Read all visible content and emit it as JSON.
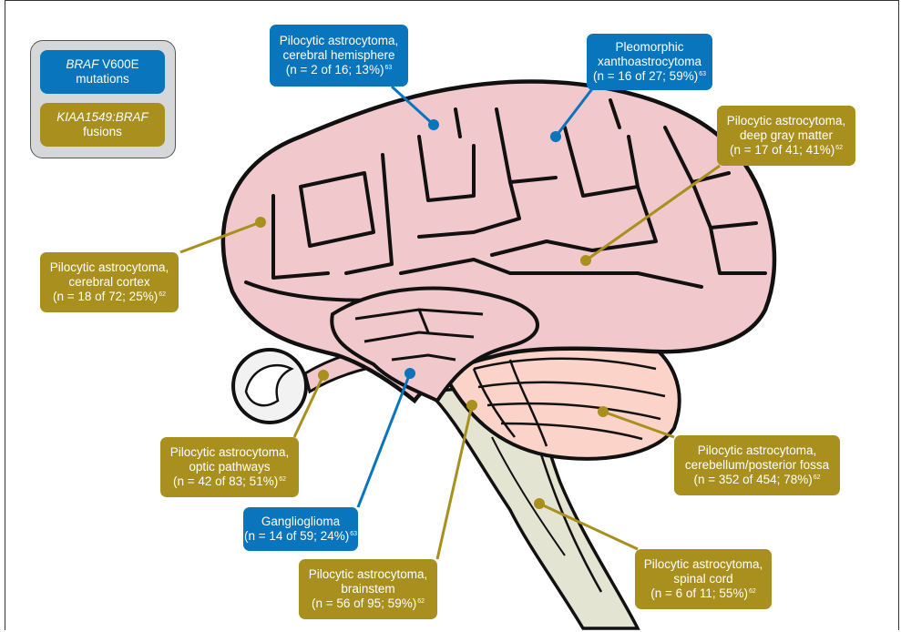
{
  "legend": {
    "braf_gene": "BRAF",
    "braf_rest": " V600E",
    "braf_line2": "mutations",
    "fusion_gene": "KIAA1549:BRAF",
    "fusion_line2": "fusions"
  },
  "colors": {
    "braf_mutation": "#0875bd",
    "kiaa_fusion": "#a98f1d",
    "brain": "#f1c8cb",
    "cerebellum": "#fbd3c8",
    "spinal_cord": "#e3e4d2"
  },
  "labels": {
    "cerebral_hemisphere": {
      "line1": "Pilocytic astrocytoma,",
      "line2": "cerebral hemisphere",
      "line3": "(n = 2 of 16; 13%)",
      "ref": "63"
    },
    "pleomorphic": {
      "line1": "Pleomorphic",
      "line2": "xanthoastrocytoma",
      "line3": "(n = 16 of 27; 59%)",
      "ref": "63"
    },
    "deep_gray": {
      "line1": "Pilocytic astrocytoma,",
      "line2": "deep gray matter",
      "line3": "(n = 17 of 41; 41%)",
      "ref": "62"
    },
    "cerebral_cortex": {
      "line1": "Pilocytic astrocytoma,",
      "line2": "cerebral cortex",
      "line3": "(n = 18 of 72; 25%)",
      "ref": "62"
    },
    "optic": {
      "line1": "Pilocytic astrocytoma,",
      "line2": "optic pathways",
      "line3": "(n = 42 of 83; 51%)",
      "ref": "62"
    },
    "ganglioglioma": {
      "line1": "Ganglioglioma",
      "line2": "(n = 14 of 59; 24%)",
      "ref": "63"
    },
    "brainstem": {
      "line1": "Pilocytic astrocytoma,",
      "line2": "brainstem",
      "line3": "(n = 56 of 95; 59%)",
      "ref": "62"
    },
    "cerebellum": {
      "line1": "Pilocytic astrocytoma,",
      "line2": "cerebellum/posterior fossa",
      "line3": "(n = 352 of 454; 78%)",
      "ref": "62"
    },
    "spinal_cord": {
      "line1": "Pilocytic astrocytoma,",
      "line2": "spinal cord",
      "line3": "(n = 6 of 11; 55%)",
      "ref": "62"
    }
  }
}
